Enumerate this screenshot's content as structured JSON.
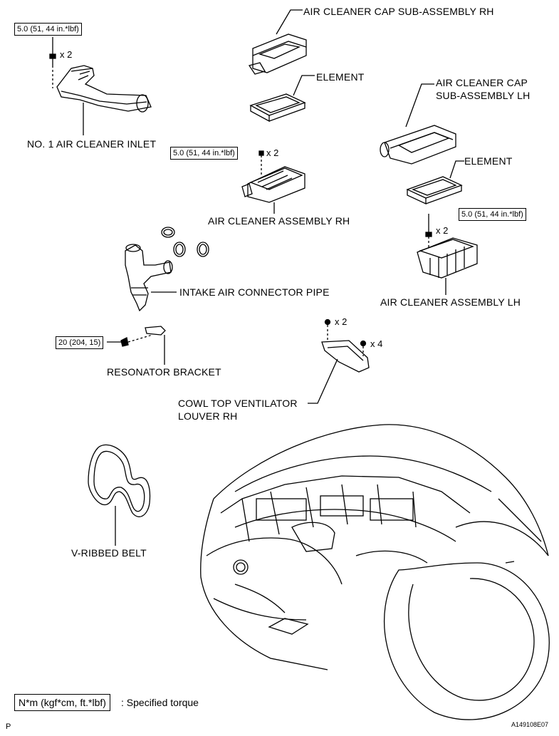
{
  "labels": {
    "cap_rh": "AIR CLEANER CAP SUB-ASSEMBLY RH",
    "element_rh": "ELEMENT",
    "cap_lh_1": "AIR CLEANER CAP",
    "cap_lh_2": "SUB-ASSEMBLY LH",
    "element_lh": "ELEMENT",
    "inlet": "NO. 1 AIR CLEANER INLET",
    "assy_rh": "AIR CLEANER ASSEMBLY RH",
    "assy_lh": "AIR CLEANER ASSEMBLY LH",
    "intake_pipe": "INTAKE AIR CONNECTOR PIPE",
    "resonator_bracket": "RESONATOR BRACKET",
    "cowl_1": "COWL TOP VENTILATOR",
    "cowl_2": "LOUVER RH",
    "belt": "V-RIBBED BELT"
  },
  "torques": {
    "inlet": "5.0 (51, 44 in.*lbf)",
    "assy_rh": "5.0 (51, 44 in.*lbf)",
    "assy_lh": "5.0 (51, 44 in.*lbf)",
    "bracket": "20 (204, 15)"
  },
  "quantities": {
    "inlet_bolt": "x 2",
    "assy_rh_bolt": "x 2",
    "assy_lh_bolt": "x 2",
    "cowl_bolt": "x 2",
    "cowl_clip": "x 4"
  },
  "legend": {
    "unit_box": "N*m (kgf*cm, ft.*lbf)",
    "description": ": Specified torque"
  },
  "footer": {
    "corner_mark": "P",
    "figure_code": "A149108E07"
  }
}
